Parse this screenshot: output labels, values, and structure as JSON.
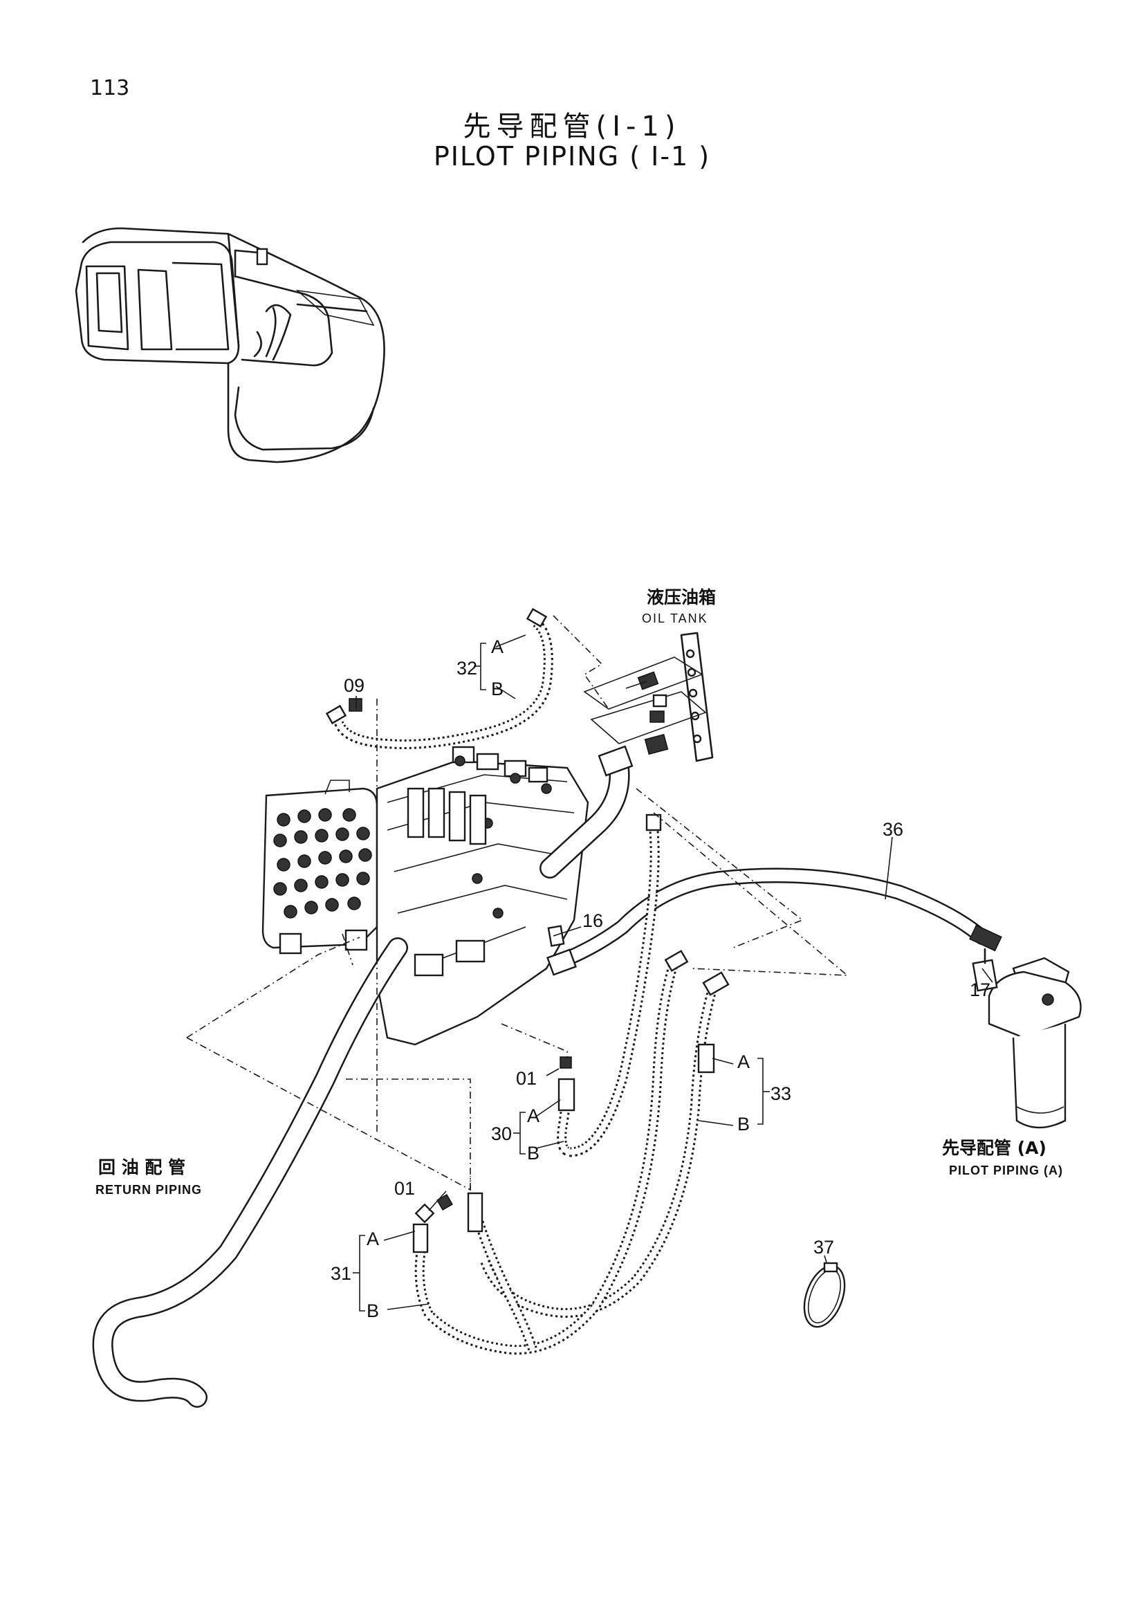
{
  "page_number": "113",
  "title_cn": "先导配管(I-1)",
  "title_en": "PILOT PIPING ( I-1 )",
  "labels": {
    "oil_tank_cn": "液压油箱",
    "oil_tank_en": "OIL  TANK",
    "return_piping_cn": "回 油 配 管",
    "return_piping_en": "RETURN PIPING",
    "pilot_piping_a_cn": "先导配管 (A)",
    "pilot_piping_a_en": "PILOT PIPING (A)"
  },
  "part_callouts": {
    "p09": "09",
    "p32": "32",
    "p36": "36",
    "p16": "16",
    "p17": "17",
    "p01a": "01",
    "p01b": "01",
    "p30": "30",
    "p33": "33",
    "p31": "31",
    "p37": "37"
  },
  "end_markers": {
    "a": "A",
    "b": "B"
  }
}
